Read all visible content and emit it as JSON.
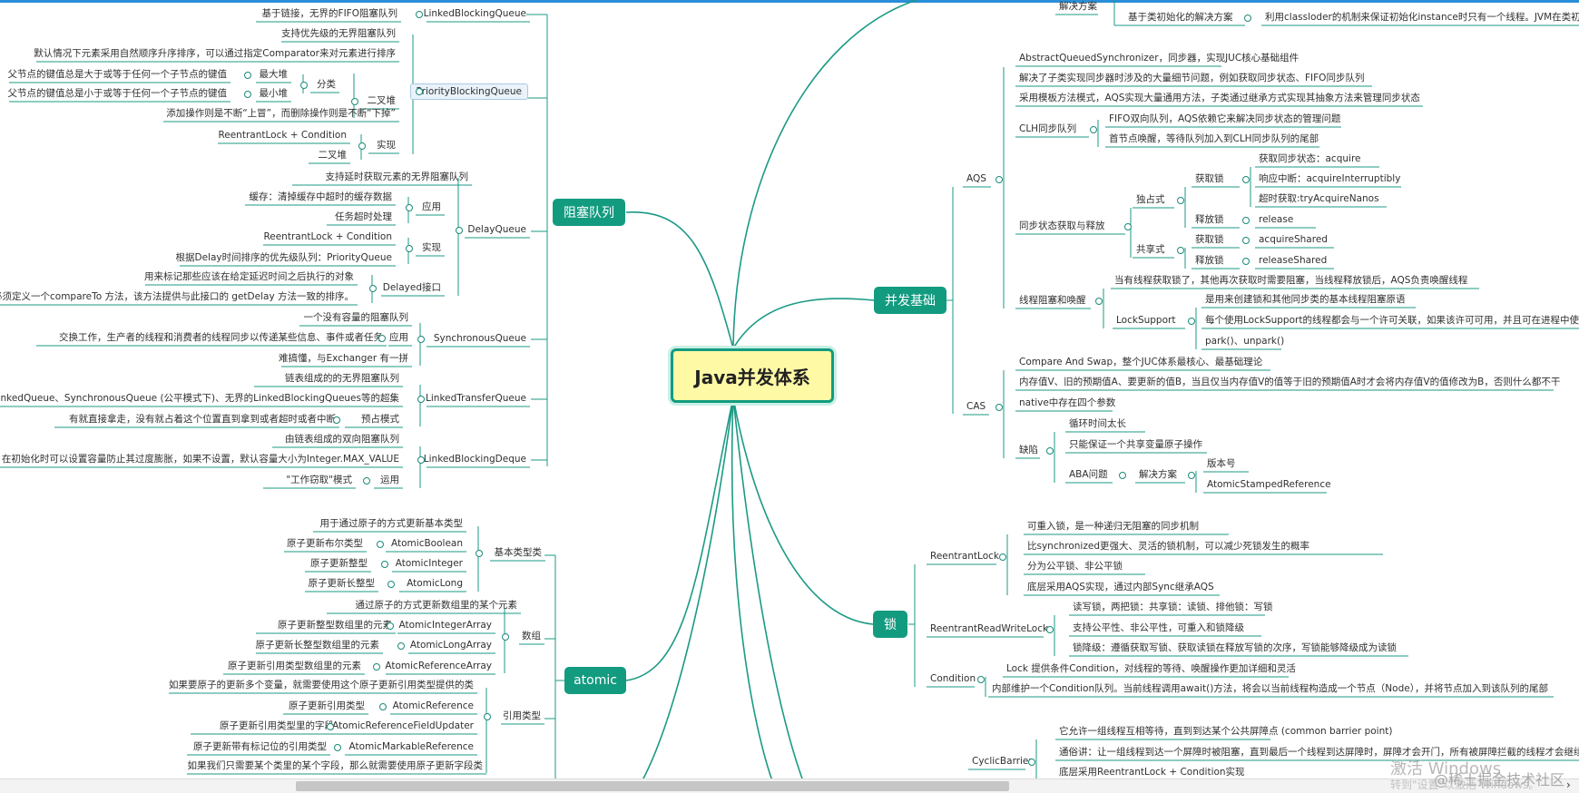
{
  "central": "Java并发体系",
  "mains": {
    "blocking": "阻塞队列",
    "basics": "并发基础",
    "locks": "锁",
    "atomic": "atomic"
  },
  "left": {
    "linked_blocking_queue": {
      "title": "LinkedBlockingQueue",
      "items": [
        "基于链接，无界的FIFO阻塞队列"
      ]
    },
    "priority": {
      "title": "PriorityBlockingQueue",
      "desc": "支持优先级的无界阻塞队列",
      "default_sort": "默认情况下元素采用自然顺序升序排序，可以通过指定Comparator来对元素进行排序",
      "heap": "二叉堆",
      "classify": "分类",
      "max_heap": "最大堆",
      "max_heap_desc": "父节点的键值总是大于或等于任何一个子节点的键值",
      "min_heap": "最小堆",
      "min_heap_desc": "父节点的键值总是小于或等于任何一个子节点的键值",
      "ops": "添加操作则是不断“上冒”，而删除操作则是不断“下掉”",
      "impl": "实现",
      "impl_lock": "ReentrantLock + Condition",
      "impl_heap": "二叉堆"
    },
    "delay": {
      "title": "DelayQueue",
      "desc": "支持延时获取元素的无界阻塞队列",
      "apply": "应用",
      "apply_cache": "缓存：清掉缓存中超时的缓存数据",
      "apply_task": "任务超时处理",
      "impl": "实现",
      "impl_lock": "ReentrantLock + Condition",
      "impl_pq": "根据Delay时间排序的优先级队列：PriorityQueue",
      "delayed": "Delayed接口",
      "delayed_desc1": "用来标记那些应该在给定延迟时间之后执行的对象",
      "delayed_desc2": "类必须定义一个compareTo 方法，该方法提供与此接口的 getDelay 方法一致的排序。"
    },
    "sync": {
      "title": "SynchronousQueue",
      "desc": "一个没有容量的阻塞队列",
      "apply": "应用",
      "apply_desc": "交换工作，生产者的线程和消费者的线程同步以传递某些信息、事件或者任务",
      "hard": "难搞懂，与Exchanger 有一拼"
    },
    "transfer": {
      "title": "LinkedTransferQueue",
      "desc": "链表组成的的无界阻塞队列",
      "superset": "rrentLinkedQueue、SynchronousQueue (公平模式下)、无界的LinkedBlockingQueues等的超集",
      "pre": "预占模式",
      "pre_desc": "有就直接拿走，没有就占着这个位置直到拿到或者超时或者中断"
    },
    "deque": {
      "title": "LinkedBlockingDeque",
      "desc": "由链表组成的双向阻塞队列",
      "capacity": "，在初始化时可以设置容量防止其过度膨胀，如果不设置，默认容量大小为Integer.MAX_VALUE",
      "use": "运用",
      "use_desc": "\"工作窃取\"模式"
    },
    "basic_types": {
      "title": "基本类型类",
      "desc": "用于通过原子的方式更新基本类型",
      "items": [
        {
          "label": "AtomicBoolean",
          "desc": "原子更新布尔类型"
        },
        {
          "label": "AtomicInteger",
          "desc": "原子更新整型"
        },
        {
          "label": "AtomicLong",
          "desc": "原子更新长整型"
        }
      ]
    },
    "arrays": {
      "title": "数组",
      "desc": "通过原子的方式更新数组里的某个元素",
      "items": [
        {
          "label": "AtomicIntegerArray",
          "desc": "原子更新整型数组里的元素"
        },
        {
          "label": "AtomicLongArray",
          "desc": "原子更新长整型数组里的元素"
        },
        {
          "label": "AtomicReferenceArray",
          "desc": "原子更新引用类型数组里的元素"
        }
      ]
    },
    "refs": {
      "title": "引用类型",
      "desc": "如果要原子的更新多个变量，就需要使用这个原子更新引用类型提供的类",
      "items": [
        {
          "label": "AtomicReference",
          "desc": "原子更新引用类型"
        },
        {
          "label": "AtomicReferenceFieldUpdater",
          "desc": "原子更新引用类型里的字段"
        },
        {
          "label": "AtomicMarkableReference",
          "desc": "原子更新带有标记位的引用类型"
        }
      ],
      "more": "如果我们只需要某个类里的某个字段，那么就需要使用原子更新字段类"
    }
  },
  "right": {
    "top_solution": "解决方案",
    "top_class_init": "基于类初始化的解决方案",
    "top_class_init_desc": "利用classloder的机制来保证初始化instance时只有一个线程。JVM在类初始",
    "aqs": {
      "title": "AQS",
      "desc1": "AbstractQueuedSynchronizer，同步器，实现JUC核心基础组件",
      "desc2": "解决了子类实现同步器时涉及的大量细节问题，例如获取同步状态、FIFO同步队列",
      "desc3": "采用模板方法模式，AQS实现大量通用方法，子类通过继承方式实现其抽象方法来管理同步状态",
      "clh": "CLH同步队列",
      "clh1": "FIFO双向队列，AQS依赖它来解决同步状态的管理问题",
      "clh2": "首节点唤醒，等待队列加入到CLH同步队列的尾部",
      "state": "同步状态获取与释放",
      "exclusive": "独占式",
      "acquire_lock": "获取锁",
      "acquire": "获取同步状态：acquire",
      "interruptibly": "响应中断：acquireInterruptibly",
      "nanos": "超时获取:tryAcquireNanos",
      "release_lock": "释放锁",
      "release": "release",
      "shared": "共享式",
      "shared_acquire_lock": "获取锁",
      "shared_acquire": "acquireShared",
      "shared_release_lock": "释放锁",
      "shared_release": "releaseShared",
      "block": "线程阻塞和唤醒",
      "block_desc": "当有线程获取锁了，其他再次获取时需要阻塞，当线程释放锁后，AQS负责唤醒线程",
      "ls": "LockSupport",
      "ls1": "是用来创建锁和其他同步类的基本线程阻塞原语",
      "ls2": "每个使用LockSupport的线程都会与一个许可关联，如果该许可可用，并且可在进程中使用",
      "ls3": "park()、unpark()"
    },
    "cas": {
      "title": "CAS",
      "desc1": "Compare And Swap，整个JUC体系最核心、最基础理论",
      "desc2": "内存值V、旧的预期值A、要更新的值B，当且仅当内存值V的值等于旧的预期值A时才会将内存值V的值修改为B，否则什么都不干",
      "desc3": "native中存在四个参数",
      "defects": "缺陷",
      "loop": "循环时间太长",
      "single": "只能保证一个共享变量原子操作",
      "aba": "ABA问题",
      "aba_solution": "解决方案",
      "version": "版本号",
      "stamped": "AtomicStampedReference"
    },
    "reentrant": {
      "title": "ReentrantLock",
      "items": [
        "可重入锁，是一种递归无阻塞的同步机制",
        "比synchronized更强大、灵活的锁机制，可以减少死锁发生的概率",
        "分为公平锁、非公平锁",
        "底层采用AQS实现，通过内部Sync继承AQS"
      ]
    },
    "rw": {
      "title": "ReentrantReadWriteLock",
      "items": [
        "读写锁，两把锁：共享锁：读锁、排他锁：写锁",
        "支持公平性、非公平性，可重入和锁降级",
        "锁降级：遵循获取写锁、获取读锁在释放写锁的次序，写锁能够降级成为读锁"
      ]
    },
    "condition": {
      "title": "Condition",
      "items": [
        "Lock 提供条件Condition，对线程的等待、唤醒操作更加详细和灵活",
        "内部维护一个Condition队列。当前线程调用await()方法，将会以当前线程构造成一个节点（Node），并将节点加入到该队列的尾部"
      ]
    },
    "barrier": {
      "title": "CyclicBarrier",
      "items": [
        "它允许一组线程互相等待，直到到达某个公共屏障点 (common barrier point)",
        "通俗讲：让一组线程到达一个屏障时被阻塞，直到最后一个线程到达屏障时，屏障才会开门，所有被屏障拦截的线程才会继续",
        "底层采用ReentrantLock + Condition实现"
      ]
    }
  },
  "watermark": {
    "line1": "激活 Windows",
    "line2": "转到\"设置\"以激活 Windows。",
    "brand": "@稀土掘金技术社区"
  },
  "colors": {
    "branch": "#1b9a85",
    "accent": "#139b80",
    "central_fill": "#fdf9a5"
  }
}
